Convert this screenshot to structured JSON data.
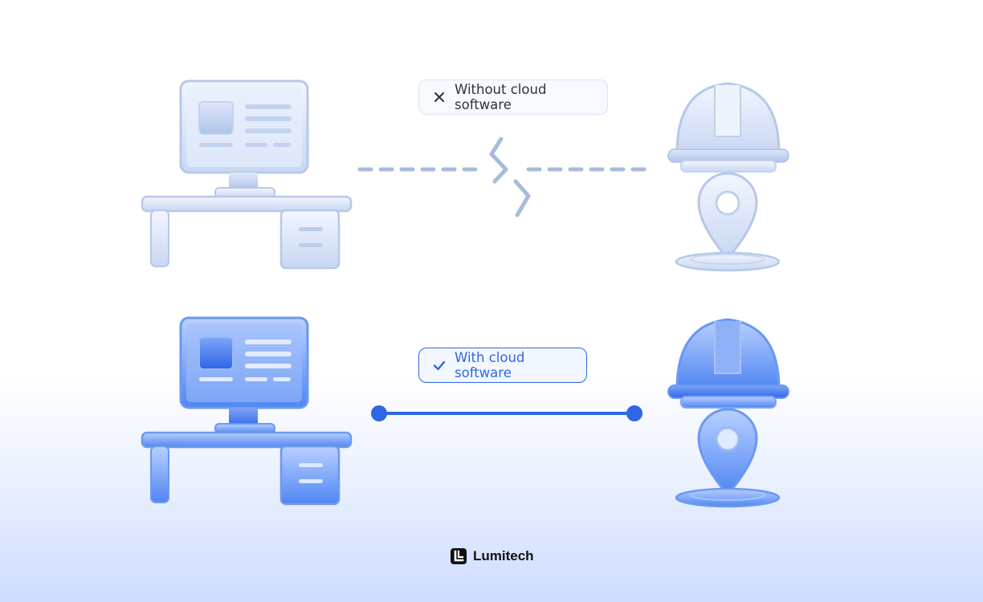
{
  "scenarios": [
    {
      "id": "without",
      "label": "Without cloud software",
      "connection": "broken",
      "icon": "close-icon"
    },
    {
      "id": "with",
      "label": "With cloud software",
      "connection": "connected",
      "icon": "check-icon"
    }
  ],
  "nodes": {
    "left": "desktop-computer-icon",
    "right": "hard-hat-location-icon"
  },
  "brand": {
    "name": "Lumitech",
    "icon": "lumitech-logo-icon"
  },
  "colors": {
    "faded": "#a9bbdc",
    "accent": "#2f66e6",
    "text_dark": "#2a3346",
    "brand_text": "#111111"
  }
}
